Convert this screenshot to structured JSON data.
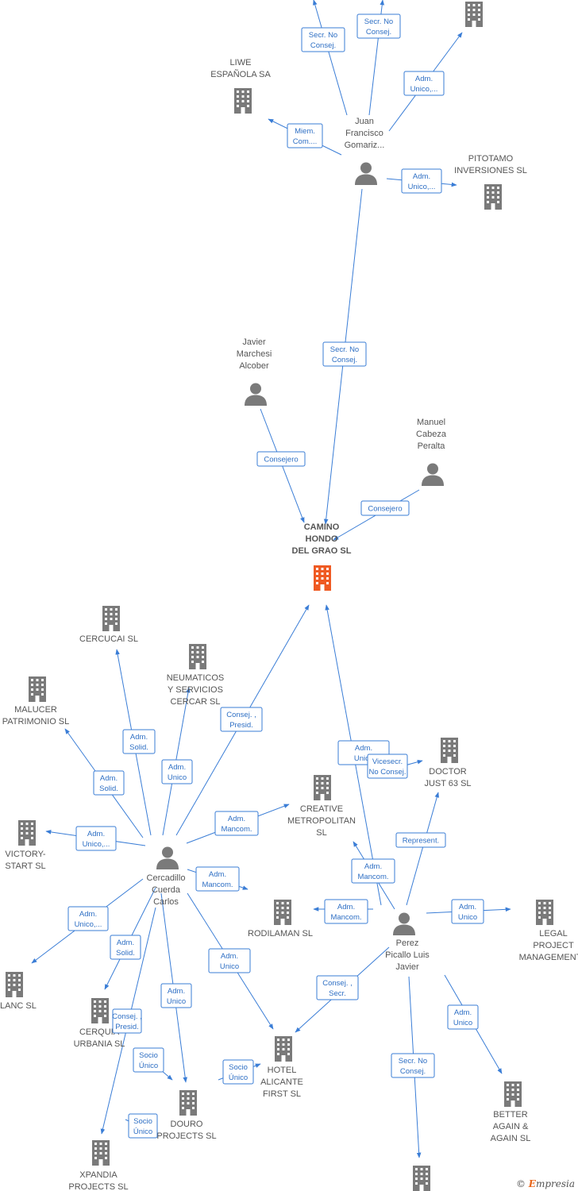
{
  "colors": {
    "edge": "#3a7dd6",
    "building": "#7a7a7a",
    "focus": "#ef5a23",
    "person": "#7a7a7a"
  },
  "brand": {
    "copyright": "©",
    "e": "E",
    "rest": "mpresia"
  },
  "nodes": [
    {
      "id": "top_right_building",
      "type": "company",
      "label": []
    },
    {
      "id": "liwe",
      "type": "company",
      "label": [
        "LIWE",
        "ESPAÑOLA SA"
      ]
    },
    {
      "id": "juan",
      "type": "person",
      "label": [
        "Juan",
        "Francisco",
        "Gomariz..."
      ]
    },
    {
      "id": "pitotamo",
      "type": "company",
      "label": [
        "PITOTAMO",
        "INVERSIONES SL"
      ]
    },
    {
      "id": "javier_m",
      "type": "person",
      "label": [
        "Javier",
        "Marchesi",
        "Alcober"
      ]
    },
    {
      "id": "manuel",
      "type": "person",
      "label": [
        "Manuel",
        "Cabeza",
        "Peralta"
      ]
    },
    {
      "id": "camino",
      "type": "focus",
      "label": [
        "CAMINO",
        "HONDO",
        "DEL GRAO  SL"
      ]
    },
    {
      "id": "cercucai",
      "type": "company",
      "label": [
        "CERCUCAI SL"
      ]
    },
    {
      "id": "neumaticos",
      "type": "company",
      "label": [
        "NEUMATICOS",
        "Y SERVICIOS",
        "CERCAR  SL"
      ]
    },
    {
      "id": "malucer",
      "type": "company",
      "label": [
        "MALUCER",
        "PATRIMONIO SL"
      ]
    },
    {
      "id": "doctor",
      "type": "company",
      "label": [
        "DOCTOR",
        "JUST 63  SL"
      ]
    },
    {
      "id": "creative",
      "type": "company",
      "label": [
        "CREATIVE",
        "METROPOLITAN",
        "SL"
      ]
    },
    {
      "id": "victory",
      "type": "company",
      "label": [
        "VICTORY-",
        "START  SL"
      ]
    },
    {
      "id": "cercadillo",
      "type": "person",
      "label": [
        "Cercadillo",
        "Cuerda",
        "Carlos"
      ]
    },
    {
      "id": "rodilaman",
      "type": "company",
      "label": [
        "RODILAMAN  SL"
      ]
    },
    {
      "id": "perez",
      "type": "person",
      "label": [
        "Perez",
        "Picallo Luis",
        "Javier"
      ]
    },
    {
      "id": "legal",
      "type": "company",
      "label": [
        "LEGAL",
        "PROJECT",
        "MANAGEMENT..."
      ]
    },
    {
      "id": "lanc",
      "type": "company",
      "label": [
        "LANC  SL"
      ]
    },
    {
      "id": "cerquia",
      "type": "company",
      "label": [
        "CERQUIA",
        "URBANIA SL"
      ]
    },
    {
      "id": "hotel",
      "type": "company",
      "label": [
        "HOTEL",
        "ALICANTE",
        "FIRST  SL"
      ]
    },
    {
      "id": "douro",
      "type": "company",
      "label": [
        "DOURO",
        "PROJECTS  SL"
      ]
    },
    {
      "id": "better",
      "type": "company",
      "label": [
        "BETTER",
        "AGAIN &",
        "AGAIN  SL"
      ]
    },
    {
      "id": "xpandia",
      "type": "company",
      "label": [
        "XPANDIA",
        "PROJECTS  SL"
      ]
    },
    {
      "id": "bottom_building",
      "type": "company",
      "label": []
    }
  ],
  "edges": [
    {
      "label": [
        "Secr.  No",
        "Consej."
      ]
    },
    {
      "label": [
        "Secr.  No",
        "Consej."
      ]
    },
    {
      "label": [
        "Adm.",
        "Unico,..."
      ]
    },
    {
      "label": [
        "Miem.",
        "Com...."
      ]
    },
    {
      "label": [
        "Adm.",
        "Unico,..."
      ]
    },
    {
      "label": [
        "Secr.  No",
        "Consej."
      ]
    },
    {
      "label": [
        "Consejero"
      ]
    },
    {
      "label": [
        "Consejero"
      ]
    },
    {
      "label": [
        "Adm.",
        "Solid."
      ]
    },
    {
      "label": [
        "Adm.",
        "Unico"
      ]
    },
    {
      "label": [
        "Consej. ,",
        "Presid."
      ]
    },
    {
      "label": [
        "Adm.",
        "Solid."
      ]
    },
    {
      "label": [
        "Adm.",
        "Unico,..."
      ]
    },
    {
      "label": [
        "Adm.",
        "Mancom."
      ]
    },
    {
      "label": [
        "Adm.",
        "Mancom."
      ]
    },
    {
      "label": [
        "Adm.",
        "Unico,..."
      ]
    },
    {
      "label": [
        "Adm.",
        "Solid."
      ]
    },
    {
      "label": [
        "Adm.",
        "Unico"
      ]
    },
    {
      "label": [
        "Adm.",
        "Unico"
      ]
    },
    {
      "label": [
        "Consej. ,",
        "Presid."
      ]
    },
    {
      "label": [
        "Socio",
        "Único"
      ]
    },
    {
      "label": [
        "Socio",
        "Único"
      ]
    },
    {
      "label": [
        "Adm.",
        "Unico"
      ]
    },
    {
      "label": [
        "Vicesecr.",
        "No Consej."
      ]
    },
    {
      "label": [
        "Represent."
      ]
    },
    {
      "label": [
        "Adm.",
        "Mancom."
      ]
    },
    {
      "label": [
        "Adm.",
        "Mancom."
      ]
    },
    {
      "label": [
        "Adm.",
        "Unico"
      ]
    },
    {
      "label": [
        "Consej. ,",
        "Secr."
      ]
    },
    {
      "label": [
        "Secr.  No",
        "Consej."
      ]
    },
    {
      "label": [
        "Adm.",
        "Unico"
      ]
    },
    {
      "label": [
        "Socio",
        "Único"
      ]
    }
  ]
}
